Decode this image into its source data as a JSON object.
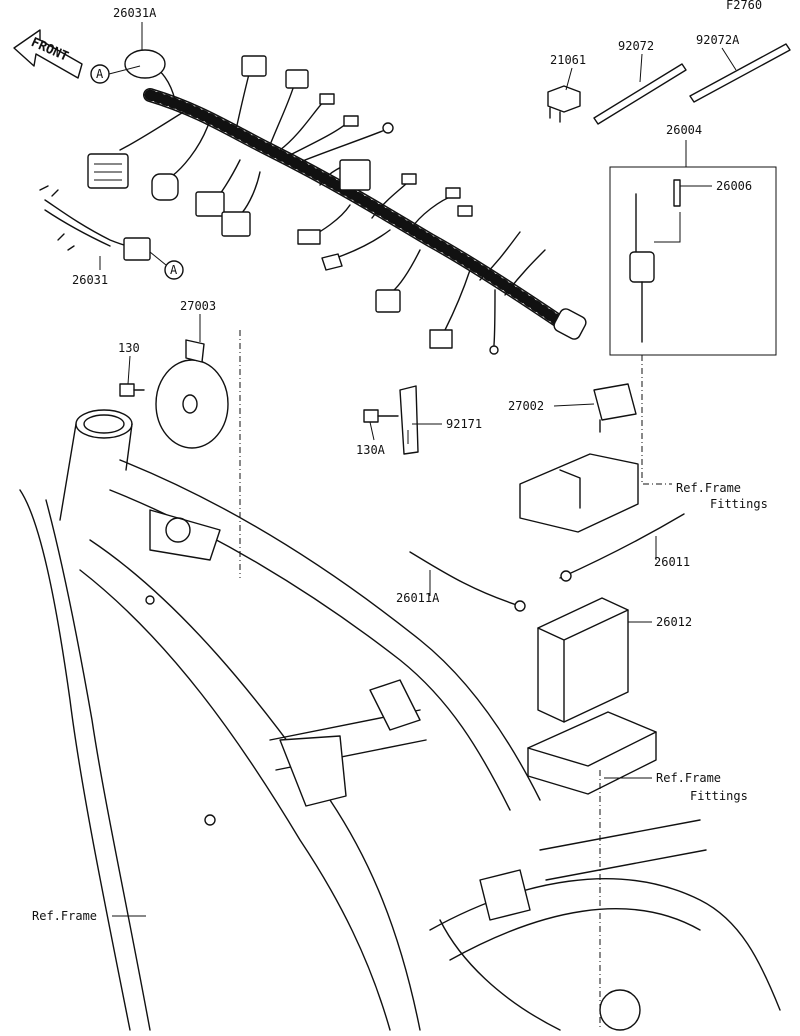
{
  "figure_code": "F2760",
  "front_label": "FRONT",
  "callout_a": "A",
  "labels": {
    "p26031A": "26031A",
    "p26031": "26031",
    "p21061": "21061",
    "p92072": "92072",
    "p92072A": "92072A",
    "p26004": "26004",
    "p26006": "26006",
    "p27003": "27003",
    "p130": "130",
    "p130A": "130A",
    "p92171": "92171",
    "p27002": "27002",
    "p26011": "26011",
    "p26011A": "26011A",
    "p26012": "26012",
    "ref_frame": "Ref.Frame",
    "ref_fittings_1_line1": "Ref.Frame",
    "ref_fittings_1_line2": "Fittings",
    "ref_fittings_2_line1": "Ref.Frame",
    "ref_fittings_2_line2": "Fittings"
  }
}
